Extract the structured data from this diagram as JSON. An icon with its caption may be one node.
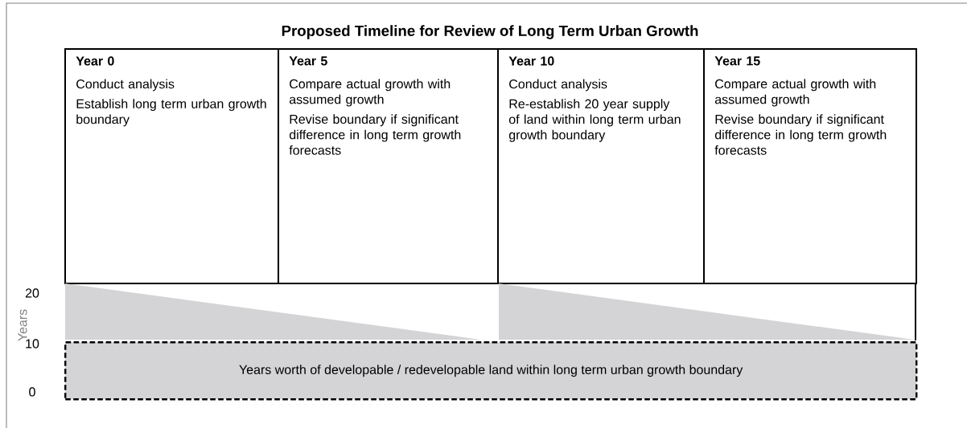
{
  "diagram": {
    "title": "Proposed Timeline for Review of Long Term Urban Growth",
    "nodes": [
      {
        "text": [
          "Year 0",
          "Conduct analysis",
          "Establish long term urban growth boundary"
        ]
      },
      {
        "text": [
          "Year 5",
          "Compare actual growth with assumed growth",
          "Revise boundary if significant difference in long term growth forecasts"
        ]
      },
      {
        "text": [
          "Year 10",
          "Conduct analysis",
          "Re-establish 20 year supply of land within long term urban growth boundary"
        ]
      },
      {
        "text": [
          "Year 15",
          "Compare actual growth with assumed growth",
          "Revise boundary if significant difference in long term growth forecasts"
        ]
      },
      {
        "text": [
          "Years worth of developable / redevelopable land within long term urban growth boundary"
        ]
      }
    ],
    "edges": [],
    "labels": [
      "20",
      "Years",
      "10",
      "0"
    ]
  }
}
